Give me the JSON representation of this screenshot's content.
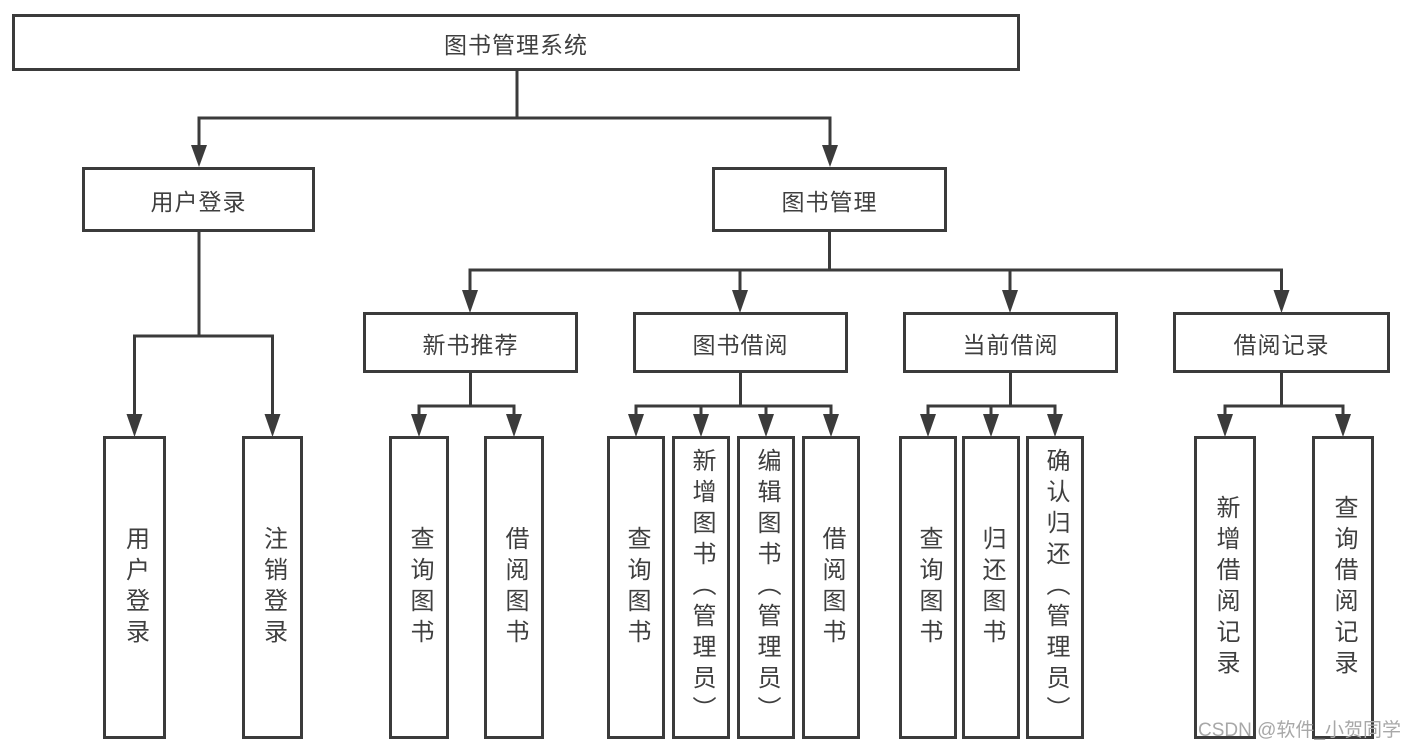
{
  "diagram": {
    "root": {
      "label": "图书管理系统"
    },
    "level2": [
      {
        "label": "用户登录",
        "children": [
          {
            "label": "用户登录"
          },
          {
            "label": "注销登录"
          }
        ]
      },
      {
        "label": "图书管理",
        "children": [
          {
            "label": "新书推荐",
            "children": [
              {
                "label": "查询图书"
              },
              {
                "label": "借阅图书"
              }
            ]
          },
          {
            "label": "图书借阅",
            "children": [
              {
                "label": "查询图书"
              },
              {
                "label": "新增图书（管理员）"
              },
              {
                "label": "编辑图书（管理员）"
              },
              {
                "label": "借阅图书"
              }
            ]
          },
          {
            "label": "当前借阅",
            "children": [
              {
                "label": "查询图书"
              },
              {
                "label": "归还图书"
              },
              {
                "label": "确认归还（管理员）"
              }
            ]
          },
          {
            "label": "借阅记录",
            "children": [
              {
                "label": "新增借阅记录"
              },
              {
                "label": "查询借阅记录"
              }
            ]
          }
        ]
      }
    ]
  },
  "watermark": {
    "text": "CSDN @软件_小贺同学"
  },
  "colors": {
    "line": "#3b3b3b",
    "text": "#3f3f3f",
    "watermark": "#a8a8a8",
    "background": "#ffffff"
  }
}
